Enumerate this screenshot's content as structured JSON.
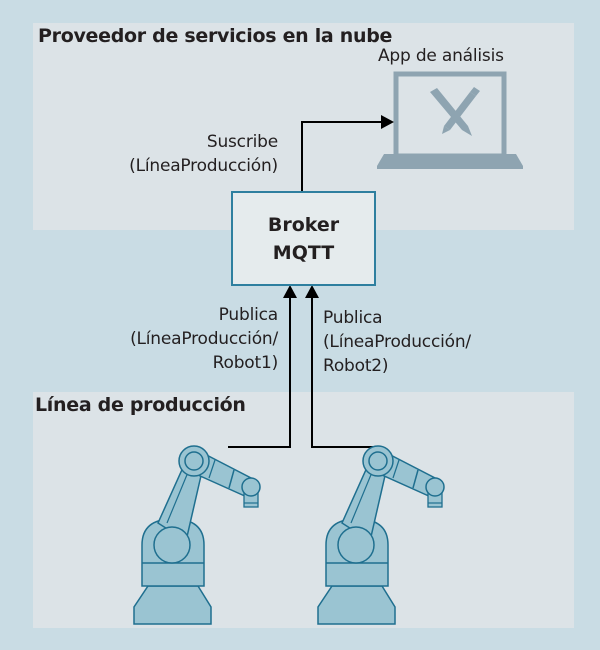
{
  "diagram": {
    "zones": {
      "cloud": {
        "title": "Proveedor de servicios en la nube"
      },
      "production": {
        "title": "Línea de producción"
      }
    },
    "nodes": {
      "broker": {
        "line1": "Broker",
        "line2": "MQTT"
      },
      "app": {
        "label": "App de análisis",
        "icon": "laptop-with-tools-icon"
      },
      "robot1": {
        "icon": "robot-arm-icon"
      },
      "robot2": {
        "icon": "robot-arm-icon"
      }
    },
    "edges": {
      "subscribe": {
        "line1": "Suscribe",
        "line2": "(LíneaProducción)",
        "from": "broker",
        "to": "app"
      },
      "publish1": {
        "line1": "Publica",
        "line2": "(LíneaProducción/",
        "line3": "Robot1)",
        "from": "robot1",
        "to": "broker"
      },
      "publish2": {
        "line1": "Publica",
        "line2": "(LíneaProducción/",
        "line3": "Robot2)",
        "from": "robot2",
        "to": "broker"
      }
    },
    "colors": {
      "background": "#c9dce4",
      "panel": "#dce3e7",
      "robot_fill": "#9ac4d2",
      "robot_stroke": "#1f6f8f",
      "laptop": "#8ea4b1",
      "broker_border": "#2e7f9f",
      "arrow": "#000000"
    }
  }
}
